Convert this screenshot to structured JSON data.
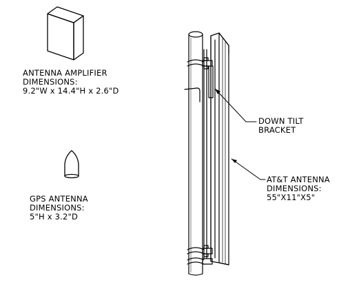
{
  "amplifier_note": {
    "line1": "ANTENNA AMPLIFIER",
    "line2": "DIMENSIONS:",
    "line3": "9.2\"W x 14.4\"H x 2.6\"D"
  },
  "gps_note": {
    "line1": "GPS ANTENNA",
    "line2": "DIMENSIONS:",
    "line3": "5\"H x 3.2\"D"
  },
  "bracket_note": {
    "line1": "DOWN TILT",
    "line2": "BRACKET"
  },
  "antenna_note": {
    "line1": "AT&T ANTENNA",
    "line2": "DIMENSIONS:",
    "line3": "55\"X11\"X5\""
  }
}
